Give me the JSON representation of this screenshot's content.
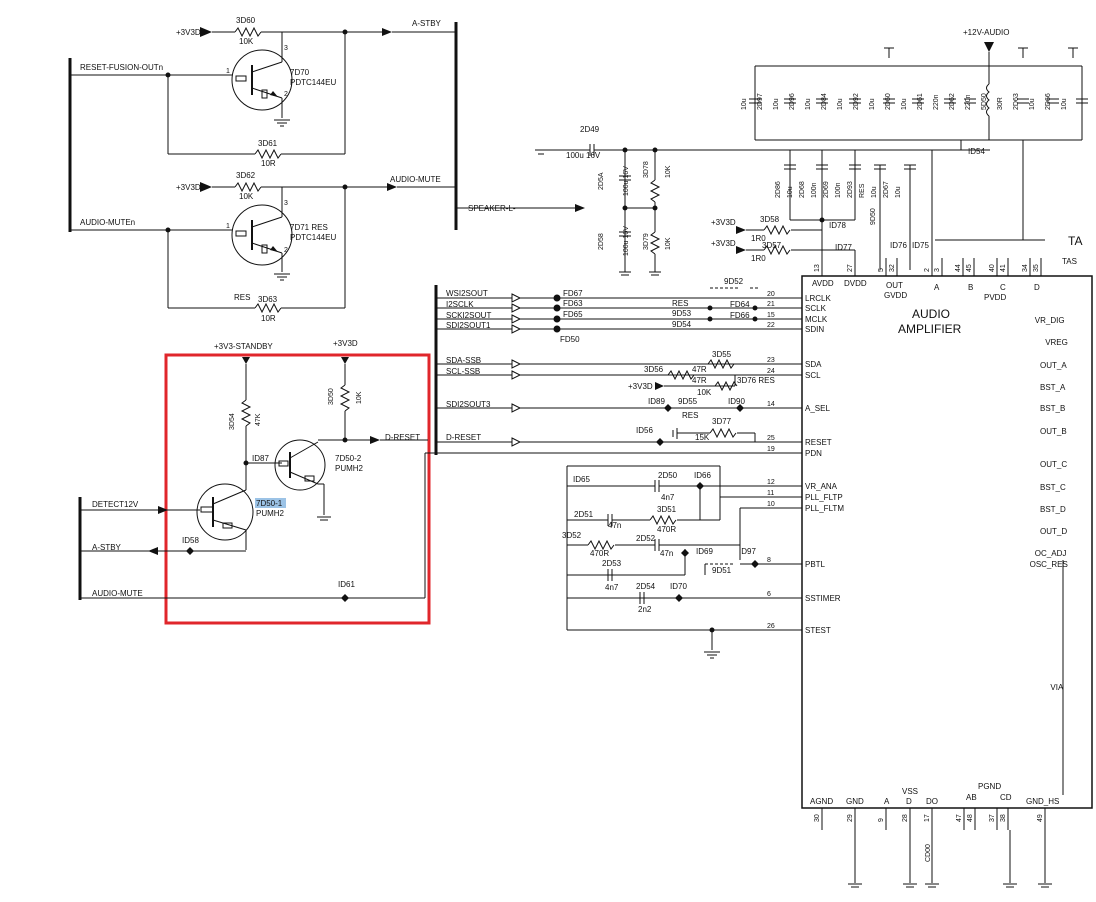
{
  "left_nets": {
    "p3v3d_a": "+3V3D",
    "r_3d60": "3D60",
    "r_3d60_val": "10K",
    "a_stby_top": "A-STBY",
    "reset_fusion": "RESET-FUSION-OUTn",
    "q_7d70": "7D70",
    "q_7d70_part": "PDTC144EU",
    "r_3d61": "3D61",
    "r_3d61_val": "10R",
    "p3v3d_b": "+3V3D",
    "r_3d62": "3D62",
    "r_3d62_val": "10K",
    "audio_mute_top": "AUDIO-MUTE",
    "audio_muten": "AUDIO-MUTEn",
    "q_7d71": "7D71 RES",
    "q_7d71_part": "PDTC144EU",
    "res_lbl": "RES",
    "r_3d63": "3D63",
    "r_3d63_val": "10R",
    "speaker_l": "SPEAKER-L-"
  },
  "highlight_box": {
    "p3v3_standby": "+3V3-STANDBY",
    "p3v3d": "+3V3D",
    "r_3d54": "3D54",
    "r_3d54_val": "47K",
    "r_3d50": "3D50",
    "r_3d50_val": "10K",
    "id87": "ID87",
    "q_7d50_2": "7D50-2",
    "q_pumh2_a": "PUMH2",
    "d_reset_a": "D-RESET",
    "detect12v": "DETECT12V",
    "q_7d50_1": "7D50-1",
    "q_pumh2_b": "PUMH2",
    "a_stby": "A-STBY",
    "id58": "ID58",
    "audio_mute": "AUDIO-MUTE",
    "id61": "ID61",
    "box_color": "#e0262b"
  },
  "mid_nets": {
    "c_2d49": "2D49",
    "c_2d49_val": "100u 16V",
    "c_2d5a": "2D5A",
    "c_2d5a_val": "100u 16V",
    "r_3d78": "3D78",
    "r_3d78_val": "10K",
    "c_2d58": "2D58",
    "c_2d58_val": "100u 16V",
    "r_3d79": "3D79",
    "r_3d79_val": "10K",
    "wsi2sout": "WSI2SOUT",
    "i2sclk": "I2SCLK",
    "scki2sout": "SCKI2SOUT",
    "sdi2sout1": "SDI2SOUT1",
    "fd67": "FD67",
    "fd63": "FD63",
    "fd65": "FD65",
    "fd50": "FD50",
    "r_9d52": "9D52",
    "res_a": "RES",
    "r_9d53": "9D53",
    "r_9d54": "9D54",
    "fd64": "FD64",
    "fd66": "FD66",
    "sda_ssb": "SDA-SSB",
    "scl_ssb": "SCL-SSB",
    "r_3d55": "3D55",
    "r_3d55_val": "47R",
    "r_3d56": "3D56",
    "r_3d56_val": "47R",
    "p3v3d_c": "+3V3D",
    "r_3d76_val": "10K",
    "r_3d76": "3D76 RES",
    "sdi2sout3": "SDI2SOUT3",
    "id89": "ID89",
    "r_9d55": "9D55",
    "res_b": "RES",
    "id90": "ID90",
    "d_reset_b": "D-RESET",
    "id56": "ID56",
    "r_3d77": "3D77",
    "r_3d77_val": "15K",
    "id65": "ID65",
    "c_2d50": "2D50",
    "id66": "ID66",
    "c_2d50_val": "4n7",
    "c_2d51": "2D51",
    "c_2d51_val": "47n",
    "r_3d51": "3D51",
    "r_3d51_val": "470R",
    "r_3d52": "3D52",
    "c_2d52": "2D52",
    "r_3d52_val": "470R",
    "c_2d52_val": "47n",
    "id69": "ID69",
    "id97": "ID97",
    "r_9d51": "9D51",
    "c_2d53": "2D53",
    "c_2d53_val": "4n7",
    "c_2d54": "2D54",
    "id70": "ID70",
    "c_2d54_val": "2n2"
  },
  "top_right": {
    "p12v_audio": "+12V-AUDIO",
    "caps_top": [
      "10u",
      "2D97",
      "10u",
      "2D96",
      "10u",
      "2D84",
      "10u",
      "2D92",
      "10u",
      "2D60",
      "10u",
      "2D61",
      "220n",
      "2D62",
      "220n",
      "5D50",
      "30R",
      "2D63",
      "10u",
      "2D66",
      "10u"
    ],
    "id54": "ID54",
    "caps_low": [
      "2D86",
      "10u",
      "2D68",
      "100n",
      "2D69",
      "100n",
      "2D93",
      "RES",
      "10u",
      "2D67",
      "10u"
    ],
    "r_9d50": "9D50",
    "p3v3d_d": "+3V3D",
    "p3v3d_e": "+3V3D",
    "r_3d58": "3D58",
    "r_3d58_val": "1R0",
    "r_3d57": "3D57",
    "r_3d57_val": "1R0",
    "id78": "ID78",
    "id77": "ID77",
    "id76": "ID76",
    "id75": "ID75"
  },
  "ic": {
    "title1": "AUDIO",
    "title2": "AMPLIFIER",
    "partial_name": "TA",
    "partial_name2": "TAS",
    "top_labels": [
      "AVDD",
      "DVDD",
      "OUT",
      "GVDD",
      "PVDD",
      "A",
      "B",
      "C",
      "D"
    ],
    "top_pins": [
      "13",
      "27",
      "5",
      "32",
      "2",
      "3",
      "44",
      "45",
      "40",
      "41",
      "34",
      "35"
    ],
    "left_pins": [
      {
        "num": "20",
        "name": "LRCLK"
      },
      {
        "num": "21",
        "name": "SCLK"
      },
      {
        "num": "15",
        "name": "MCLK"
      },
      {
        "num": "22",
        "name": "SDIN"
      },
      {
        "num": "23",
        "name": "SDA"
      },
      {
        "num": "24",
        "name": "SCL"
      },
      {
        "num": "14",
        "name": "A_SEL"
      },
      {
        "num": "25",
        "name": "RESET"
      },
      {
        "num": "19",
        "name": "PDN"
      },
      {
        "num": "12",
        "name": "VR_ANA"
      },
      {
        "num": "11",
        "name": "PLL_FLTP"
      },
      {
        "num": "10",
        "name": "PLL_FLTM"
      },
      {
        "num": "8",
        "name": "PBTL"
      },
      {
        "num": "6",
        "name": "SSTIMER"
      },
      {
        "num": "26",
        "name": "STEST"
      }
    ],
    "right_pins": [
      "VR_DIG",
      "VREG",
      "OUT_A",
      "BST_A",
      "BST_B",
      "OUT_B",
      "OUT_C",
      "BST_C",
      "BST_D",
      "OUT_D",
      "OC_ADJ",
      "OSC_RES",
      "VIA"
    ],
    "bottom_labels": [
      "AGND",
      "GND",
      "VSS",
      "A",
      "D",
      "DO",
      "PGND",
      "AB",
      "CD",
      "GND_HS"
    ],
    "bottom_pins": [
      "30",
      "29",
      "9",
      "28",
      "17",
      "47",
      "48",
      "37",
      "38",
      "49"
    ],
    "cd00": "CD00"
  }
}
